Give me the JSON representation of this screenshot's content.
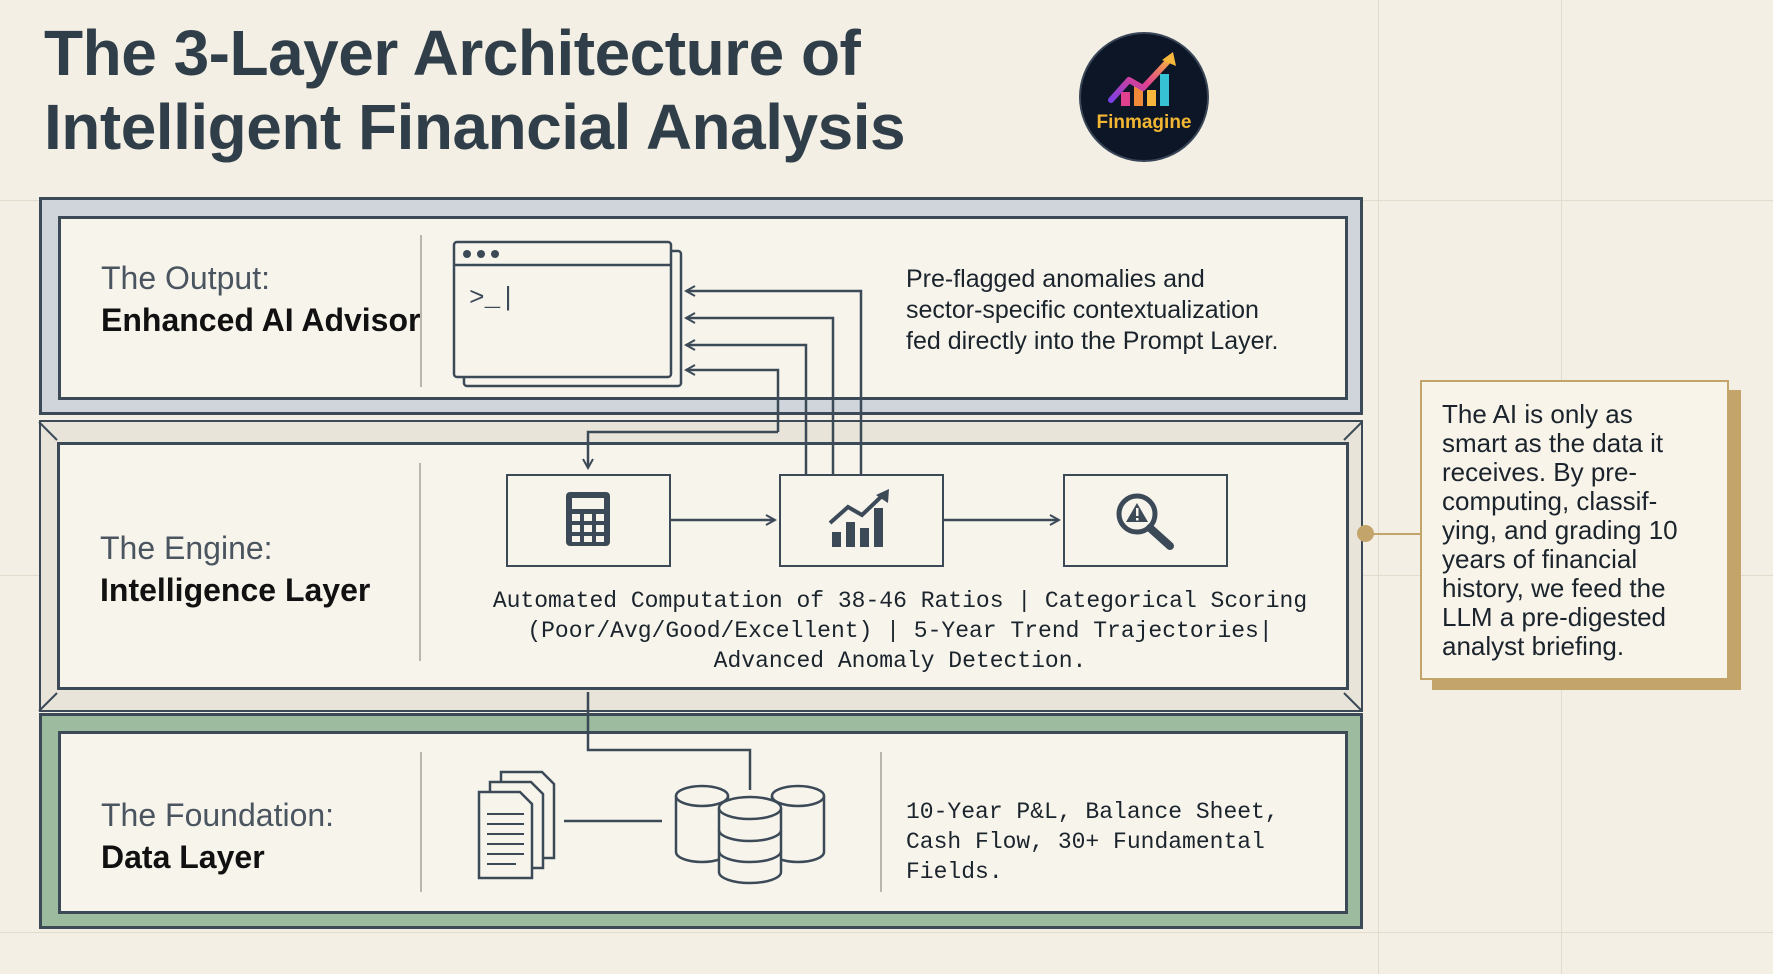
{
  "title": {
    "line1": "The 3-Layer Architecture of",
    "line2": "Intelligent Financial Analysis"
  },
  "logo": {
    "text": "Finmagine"
  },
  "layers": {
    "output": {
      "label_sub": "The Output:",
      "label_main": "Enhanced AI Advisor",
      "description": [
        "Pre-flagged anomalies and",
        "sector-specific contextualization",
        "fed directly into the Prompt Layer."
      ],
      "terminal_prompt": ">_|"
    },
    "engine": {
      "label_sub": "The Engine:",
      "label_main": "Intelligence Layer",
      "description": [
        "Automated Computation of 38-46 Ratios | Categorical Scoring",
        "(Poor/Avg/Good/Excellent) | 5-Year Trend Trajectories|",
        "Advanced Anomaly Detection."
      ],
      "icons": [
        "calculator-icon",
        "bar-chart-growth-icon",
        "anomaly-search-icon"
      ]
    },
    "foundation": {
      "label_sub": "The Foundation:",
      "label_main": "Data Layer",
      "description": [
        "10-Year P&L, Balance Sheet,",
        "Cash Flow, 30+ Fundamental Fields."
      ],
      "icons": [
        "documents-icon",
        "database-icon"
      ]
    }
  },
  "callout": {
    "text": [
      "The AI is only as",
      "smart as the data it",
      "receives. By pre-",
      "computing, classif-",
      "ying, and grading 10",
      "years of financial",
      "history, we feed the",
      "LLM a pre-digested",
      "analyst briefing."
    ]
  },
  "colors": {
    "background": "#f3efe4",
    "output_band": "#cfd5da",
    "foundation_band": "#9dbb9e",
    "callout_accent": "#c3a46b",
    "line": "#3c4a58"
  }
}
